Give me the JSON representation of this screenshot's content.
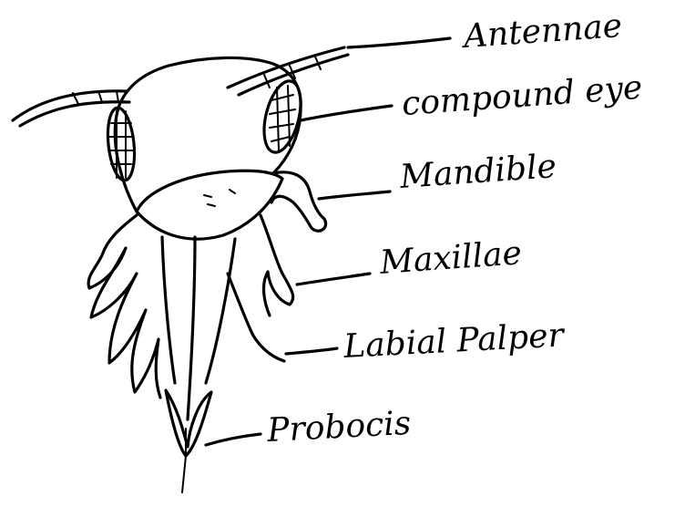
{
  "diagram": {
    "labels": {
      "antennae": "Antennae",
      "compound_eye": "compound eye",
      "mandible": "Mandible",
      "maxillae": "Maxillae",
      "labial_palper": "Labial Palper",
      "proboscis": "Probocis"
    },
    "ink_color": "#000000",
    "background_color": "#ffffff"
  }
}
